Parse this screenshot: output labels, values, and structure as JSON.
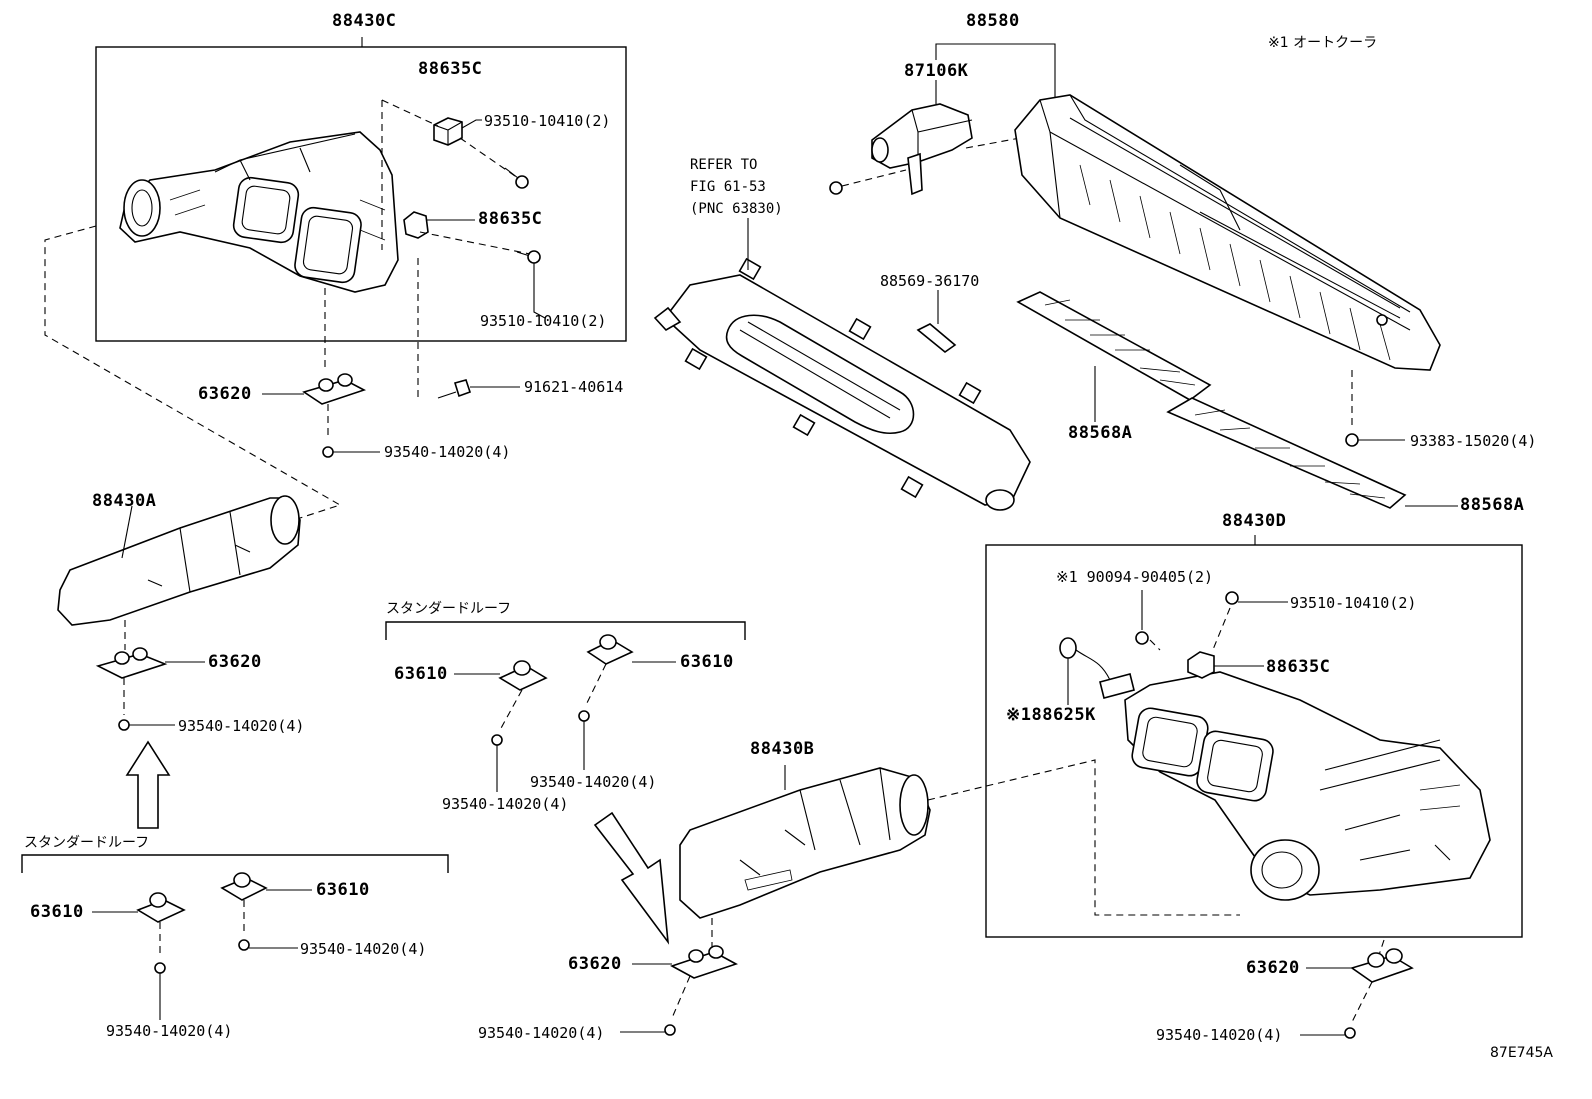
{
  "labels": {
    "p88430C": "88430C",
    "p88635C_a": "88635C",
    "p93510_a": "93510-10410(2)",
    "p88635C_b": "88635C",
    "p93510_b": "93510-10410(2)",
    "p91621": "91621-40614",
    "p63620_a": "63620",
    "p93540_a": "93540-14020(4)",
    "p88430A": "88430A",
    "p63620_b": "63620",
    "p93540_b": "93540-14020(4)",
    "std_roof_a": "スタンダードルーフ",
    "p63610_a": "63610",
    "p63610_b": "63610",
    "p93540_c": "93540-14020(4)",
    "p93540_d": "93540-14020(4)",
    "ref_line1": "REFER TO",
    "ref_line2": "FIG 61-53",
    "ref_line3": "(PNC 63830)",
    "p88580": "88580",
    "p87106K": "87106K",
    "note_autocooler": "※1 オートクーラ",
    "p88569": "88569-36170",
    "p88568A_a": "88568A",
    "p88568A_b": "88568A",
    "p93383": "93383-15020(4)",
    "std_roof_b": "スタンダードルーフ",
    "p63610_c": "63610",
    "p63610_d": "63610",
    "p93540_e": "93540-14020(4)",
    "p93540_f": "93540-14020(4)",
    "p88430B": "88430B",
    "p63620_c": "63620",
    "p93540_g": "93540-14020(4)",
    "p88430D": "88430D",
    "p90094": "※1 90094-90405(2)",
    "p93510_c": "93510-10410(2)",
    "p88635C_c": "88635C",
    "p88625K": "※188625K",
    "p63620_d": "63620",
    "p93540_h": "93540-14020(4)",
    "figure_code": "87E745A"
  }
}
